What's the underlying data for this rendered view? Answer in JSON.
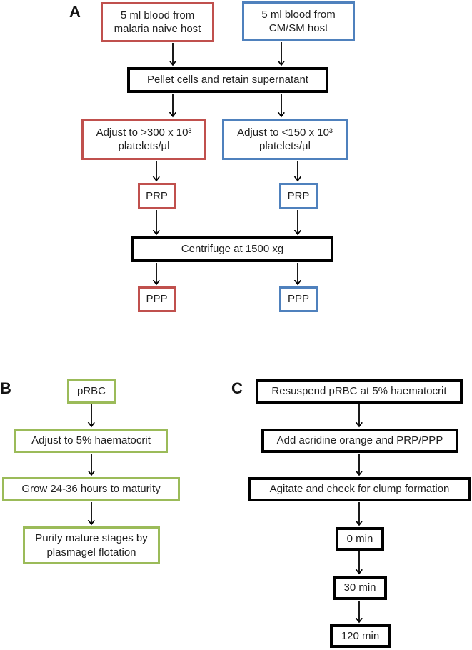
{
  "figure": {
    "type": "flowchart",
    "panels": [
      "A",
      "B",
      "C"
    ]
  },
  "colors": {
    "naive_host_outline": "#c0504d",
    "cmsm_host_outline": "#4f81bd",
    "culture_outline": "#9bbb59",
    "shared_step_outline": "#000000",
    "text": "#1f1f1f",
    "background": "#ffffff"
  },
  "panel_a": {
    "label": "A",
    "boxes": {
      "naive_blood": "5 ml blood from malaria naive host",
      "cmsm_blood": "5 ml blood from CM/SM host",
      "pellet": "Pellet cells and retain supernatant",
      "adjust_naive": "Adjust to >300 x 10³ platelets/µl",
      "adjust_cmsm": "Adjust to <150 x 10³ platelets/µl",
      "prp_naive": "PRP",
      "prp_cmsm": "PRP",
      "centrifuge": "Centrifuge at 1500 xg",
      "ppp_naive": "PPP",
      "ppp_cmsm": "PPP"
    }
  },
  "panel_b": {
    "label": "B",
    "boxes": {
      "prbc": "pRBC",
      "adjust": "Adjust to 5% haematocrit",
      "grow": "Grow 24-36 hours to maturity",
      "purify": "Purify mature stages by plasmagel flotation"
    }
  },
  "panel_c": {
    "label": "C",
    "boxes": {
      "resuspend": "Resuspend pRBC at 5% haematocrit",
      "acridine": "Add acridine orange and PRP/PPP",
      "agitate": "Agitate and check for clump formation",
      "t0": "0 min",
      "t30": "30 min",
      "t120": "120 min"
    }
  }
}
